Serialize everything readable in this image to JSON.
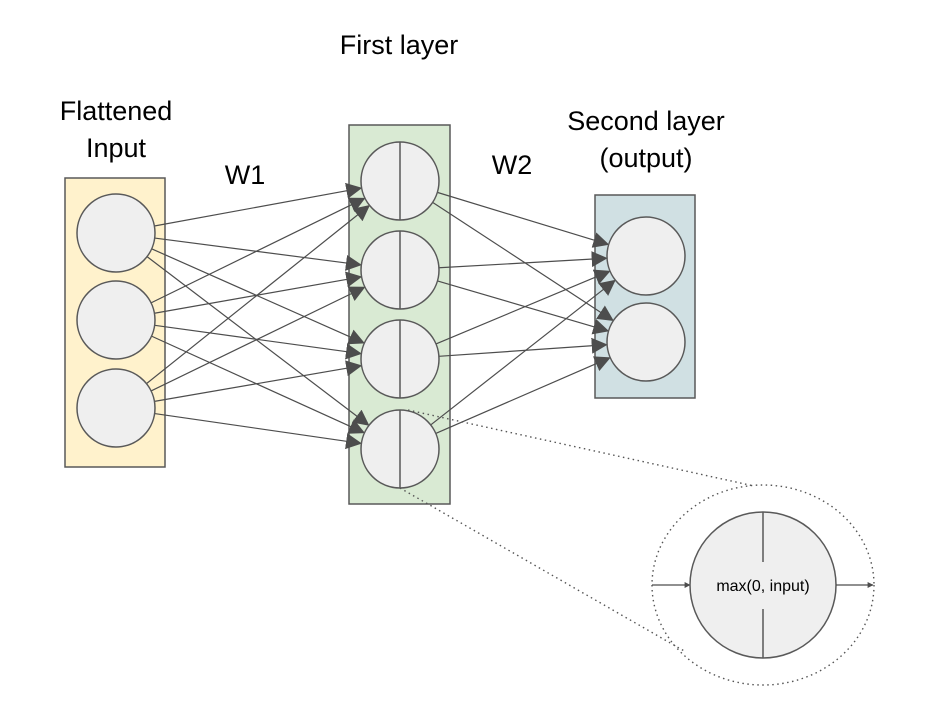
{
  "title": "",
  "labels": {
    "input_line1": "Flattened",
    "input_line2": "Input",
    "first_layer": "First layer",
    "second_line1": "Second layer",
    "second_line2": "(output)",
    "w1": "W1",
    "w2": "W2",
    "activation": "max(0, input)"
  },
  "layers": [
    {
      "name": "input",
      "nodes": 3,
      "color": "#fff2cc"
    },
    {
      "name": "hidden",
      "nodes": 4,
      "color": "#d9ead3"
    },
    {
      "name": "output",
      "nodes": 2,
      "color": "#d0e0e3"
    }
  ],
  "colors": {
    "node_fill": "#efefef",
    "stroke": "#595959",
    "edge": "#4d4d4d"
  }
}
